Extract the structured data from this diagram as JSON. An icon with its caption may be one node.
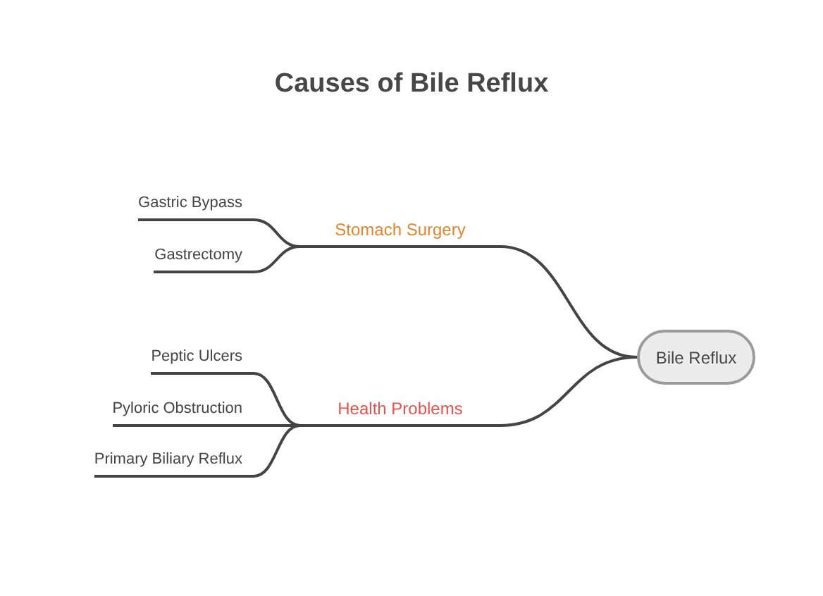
{
  "diagram": {
    "title": "Causes of Bile Reflux",
    "nodes": [
      {
        "text": [
          "Bile Reflux"
        ]
      },
      {
        "text": [
          "Stomach Surgery"
        ]
      },
      {
        "text": [
          "Health Problems"
        ]
      },
      {
        "text": [
          "Gastric Bypass"
        ]
      },
      {
        "text": [
          "Gastrectomy"
        ]
      },
      {
        "text": [
          "Peptic Ulcers"
        ]
      },
      {
        "text": [
          "Pyloric Obstruction"
        ]
      },
      {
        "text": [
          "Primary Biliary Reflux"
        ]
      }
    ],
    "edges": [
      {
        "from": 0,
        "to": 1,
        "arrow": "none"
      },
      {
        "from": 0,
        "to": 2,
        "arrow": "none"
      },
      {
        "from": 1,
        "to": 3,
        "arrow": "none"
      },
      {
        "from": 1,
        "to": 4,
        "arrow": "none"
      },
      {
        "from": 2,
        "to": 5,
        "arrow": "none"
      },
      {
        "from": 2,
        "to": 6,
        "arrow": "none"
      },
      {
        "from": 2,
        "to": 7,
        "arrow": "none"
      }
    ]
  }
}
